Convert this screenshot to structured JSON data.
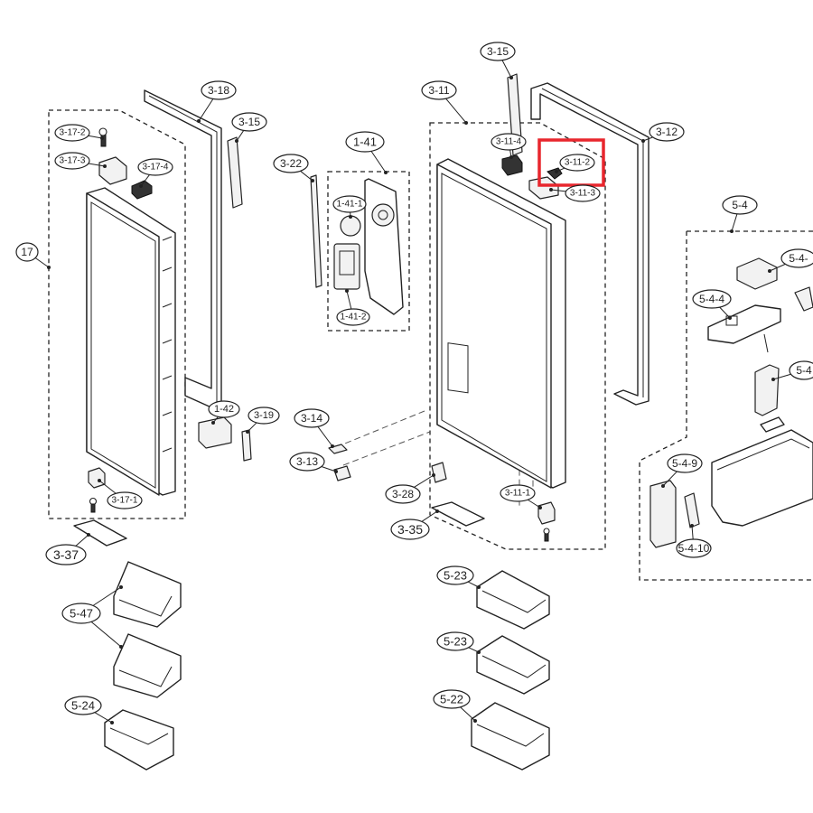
{
  "diagram": {
    "highlight_color": "#e8262d",
    "callouts": [
      {
        "id": "lbl-3-15-top",
        "text": "3-15"
      },
      {
        "id": "lbl-3-18",
        "text": "3-18"
      },
      {
        "id": "lbl-3-11",
        "text": "3-11"
      },
      {
        "id": "lbl-3-15-left",
        "text": "3-15"
      },
      {
        "id": "lbl-3-12",
        "text": "3-12"
      },
      {
        "id": "lbl-3-17-2",
        "text": "3-17-2"
      },
      {
        "id": "lbl-3-17-3",
        "text": "3-17-3"
      },
      {
        "id": "lbl-3-17-4",
        "text": "3-17-4"
      },
      {
        "id": "lbl-1-41",
        "text": "1-41"
      },
      {
        "id": "lbl-3-22",
        "text": "3-22"
      },
      {
        "id": "lbl-3-11-4",
        "text": "3-11-4"
      },
      {
        "id": "lbl-3-11-2",
        "text": "3-11-2"
      },
      {
        "id": "lbl-3-11-3",
        "text": "3-11-3"
      },
      {
        "id": "lbl-1-41-1",
        "text": "1-41-1"
      },
      {
        "id": "lbl-5-4",
        "text": "5-4"
      },
      {
        "id": "lbl-17",
        "text": "17"
      },
      {
        "id": "lbl-5-4-top",
        "text": "5-4-"
      },
      {
        "id": "lbl-5-4-4",
        "text": "5-4-4"
      },
      {
        "id": "lbl-1-41-2",
        "text": "1-41-2"
      },
      {
        "id": "lbl-5-4-mid",
        "text": "5-4"
      },
      {
        "id": "lbl-1-42",
        "text": "1-42"
      },
      {
        "id": "lbl-3-19",
        "text": "3-19"
      },
      {
        "id": "lbl-3-14",
        "text": "3-14"
      },
      {
        "id": "lbl-3-13",
        "text": "3-13"
      },
      {
        "id": "lbl-5-4-9",
        "text": "5-4-9"
      },
      {
        "id": "lbl-3-28",
        "text": "3-28"
      },
      {
        "id": "lbl-3-11-1",
        "text": "3-11-1"
      },
      {
        "id": "lbl-3-17-1",
        "text": "3-17-1"
      },
      {
        "id": "lbl-3-35",
        "text": "3-35"
      },
      {
        "id": "lbl-5-4-10",
        "text": "5-4-10"
      },
      {
        "id": "lbl-3-37",
        "text": "3-37"
      },
      {
        "id": "lbl-5-23-a",
        "text": "5-23"
      },
      {
        "id": "lbl-5-47",
        "text": "5-47"
      },
      {
        "id": "lbl-5-23-b",
        "text": "5-23"
      },
      {
        "id": "lbl-5-24",
        "text": "5-24"
      },
      {
        "id": "lbl-5-22",
        "text": "5-22"
      }
    ]
  }
}
